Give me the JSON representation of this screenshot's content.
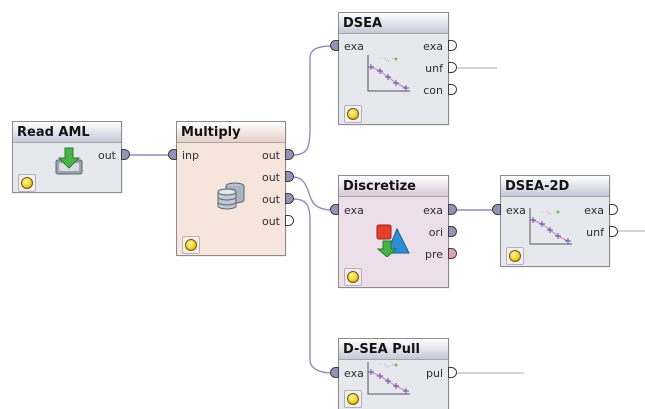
{
  "colors": {
    "op_body_default": "#e7e7ee",
    "op_header_default": "#c5c8d8",
    "op_body_multiply": "#f6e5dc",
    "op_header_multiply": "#e6cfc5",
    "op_body_discretize": "#ecdfe9",
    "op_header_discretize": "#d9c7d6",
    "port_example_set": "#9294b6",
    "port_plain": "#ffffff",
    "port_preprocessing": "#d9a4b6",
    "connection": "#8d8fba"
  },
  "operators": {
    "read_aml": {
      "title": "Read AML",
      "outputs": [
        "out"
      ],
      "icon": "import-arrow-icon"
    },
    "multiply": {
      "title": "Multiply",
      "inputs": [
        "inp"
      ],
      "outputs": [
        "out",
        "out",
        "out",
        "out"
      ],
      "icon": "database-stack-icon"
    },
    "dsea": {
      "title": "DSEA",
      "inputs": [
        "exa"
      ],
      "outputs": [
        "exa",
        "unf",
        "con"
      ],
      "icon": "dsea-plot-icon"
    },
    "discretize": {
      "title": "Discretize",
      "inputs": [
        "exa"
      ],
      "outputs": [
        "exa",
        "ori",
        "pre"
      ],
      "icon": "discretize-shapes-icon"
    },
    "dsea_2d": {
      "title": "DSEA-2D",
      "inputs": [
        "exa"
      ],
      "outputs": [
        "exa",
        "unf"
      ],
      "icon": "dsea-plot-icon"
    },
    "dsea_pull": {
      "title": "D-SEA Pull",
      "inputs": [
        "exa"
      ],
      "outputs": [
        "pul"
      ],
      "icon": "dsea-plot-icon"
    }
  }
}
